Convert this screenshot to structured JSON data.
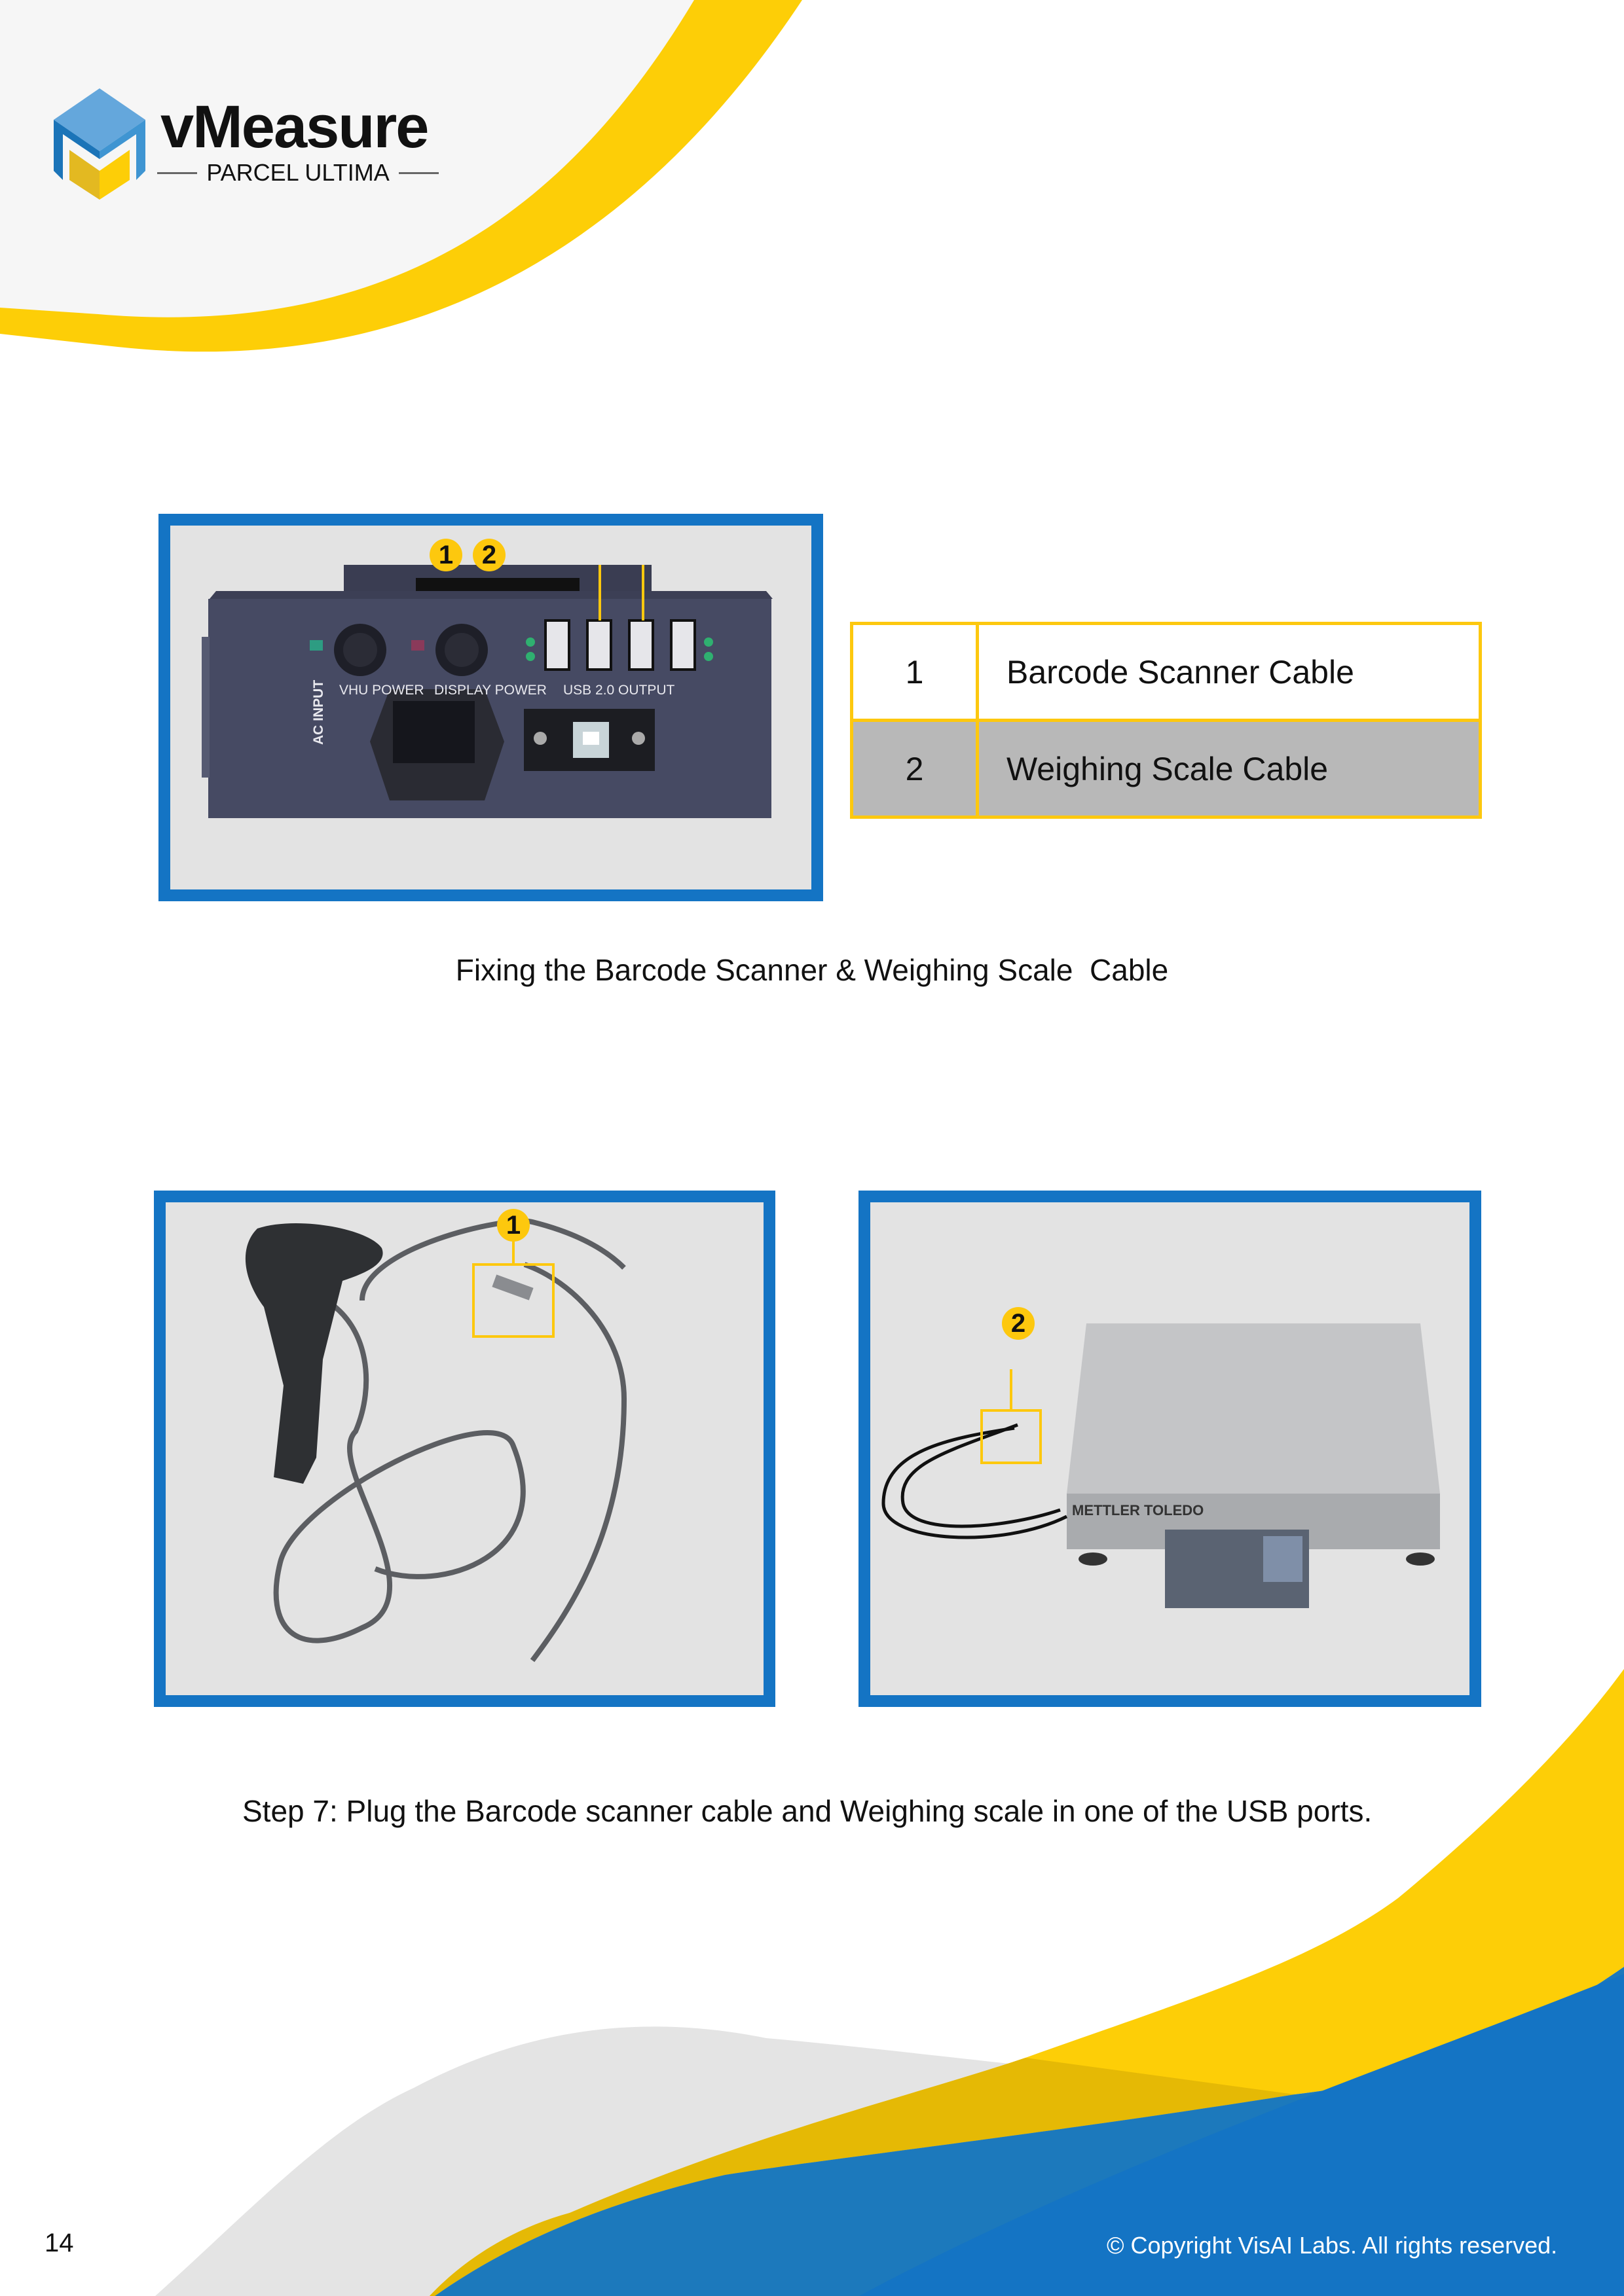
{
  "brand": {
    "name": "vMeasure",
    "subtitle": "PARCEL ULTIMA",
    "colors": {
      "blue": "#1474c4",
      "yellow": "#fdce07",
      "gray": "#e4e4e4"
    }
  },
  "figure1": {
    "callouts": [
      "1",
      "2"
    ],
    "device_labels": {
      "vhu_power": "VHU POWER",
      "display_power": "DISPLAY POWER",
      "usb_output": "USB 2.0 OUTPUT",
      "ac_input": "AC INPUT"
    },
    "caption": "Fixing the Barcode Scanner & Weighing Scale  Cable"
  },
  "legend_table": {
    "rows": [
      {
        "num": "1",
        "label": "Barcode Scanner Cable"
      },
      {
        "num": "2",
        "label": "Weighing Scale Cable"
      }
    ]
  },
  "figure2": {
    "scanner_callout": "1",
    "scale_callout": "2",
    "scale_brand": "METTLER TOLEDO",
    "caption": "Step 7: Plug the Barcode scanner cable and Weighing scale in one of the USB ports."
  },
  "footer": {
    "page_number": "14",
    "copyright": "© Copyright VisAI Labs. All rights reserved."
  }
}
